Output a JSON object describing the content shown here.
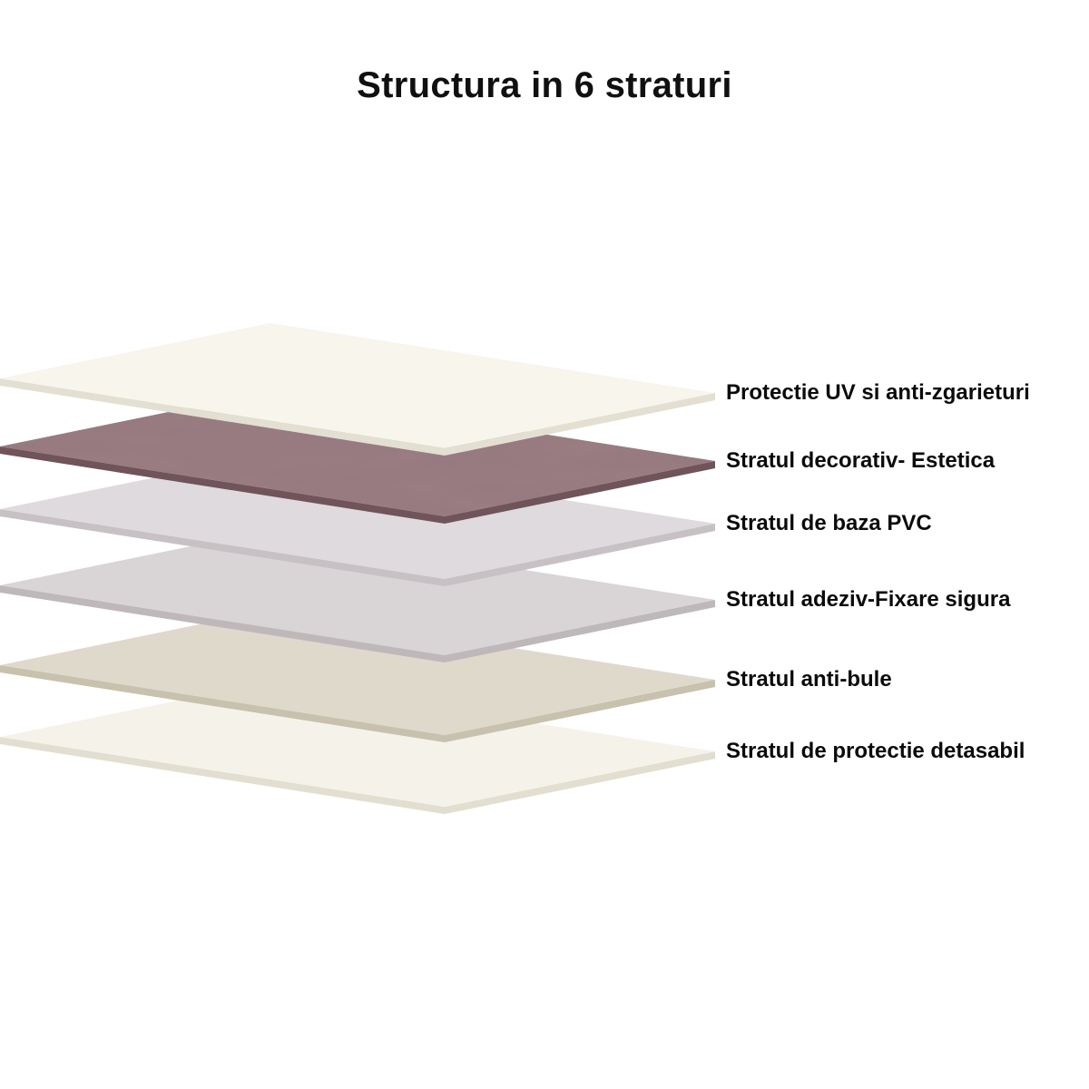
{
  "title": "Structura in 6 straturi",
  "diagram": {
    "description": "Exploded isometric stack of 6 product layers with labels on the right",
    "layers": [
      {
        "label": "Protectie UV si anti-zgarieturi",
        "face_color": "#f7f5ec",
        "edge_color": "#e3e0d2",
        "textured": false
      },
      {
        "label": "Stratul decorativ- Estetica",
        "face_color": "#9b7d82",
        "edge_color": "#6f545a",
        "textured": true
      },
      {
        "label": "Stratul de baza PVC",
        "face_color": "#dedadd",
        "edge_color": "#c7c1c6",
        "textured": false
      },
      {
        "label": "Stratul adeziv-Fixare sigura",
        "face_color": "#d9d4d5",
        "edge_color": "#bfb8ba",
        "textured": false
      },
      {
        "label": "Stratul anti-bule",
        "face_color": "#ded9ca",
        "edge_color": "#c7c1ae",
        "textured": false
      },
      {
        "label": "Stratul de protectie detasabil",
        "face_color": "#f5f3e9",
        "edge_color": "#e2dfd0",
        "textured": false
      }
    ]
  }
}
